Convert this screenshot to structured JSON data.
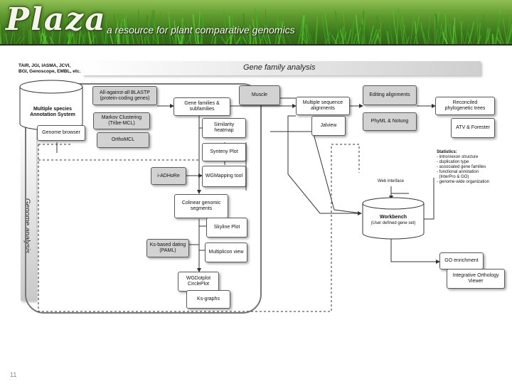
{
  "header": {
    "logo_text": "Plaza",
    "tagline": "a resource for plant comparative genomics"
  },
  "sections": {
    "gene_family": "Gene family analysis",
    "genome": "Genome analysis"
  },
  "sources": [
    "TAIR, JGI, IASMA, JCVI,",
    "BGI, Genoscope, EMBL, etc."
  ],
  "nodes": {
    "annotation": [
      "Multiple species",
      "Annotation System"
    ],
    "genome_browser": "Genome browser",
    "blastp": [
      "All-against-all BLASTP",
      "(protein-coding genes)"
    ],
    "markov": [
      "Markov Clustering",
      "(Tribe-MCL)"
    ],
    "orthomcl": "OrthoMCL",
    "gene_families": [
      "Gene families &",
      "subfamilies"
    ],
    "similarity": [
      "Similarity",
      "heatmap"
    ],
    "synteny": "Synteny Plot",
    "wgmapping": "WGMapping tool",
    "iadhore": "i-ADHoRe",
    "colinear": [
      "Colinear genomic",
      "segments"
    ],
    "skyline": "Skyline Plot",
    "ks_dating": [
      "Ks-based dating",
      "(PAML)"
    ],
    "multiplicon": "Multiplicon view",
    "wgdotplot": [
      "WGDotplot",
      "CirclePlot"
    ],
    "ks_graphs": "Ks-graphs",
    "muscle": "Muscle",
    "msa": [
      "Multiple sequence",
      "alignments"
    ],
    "jalview": "Jalview",
    "editing": "Editing alignments",
    "phyml": "PhyML & Notung",
    "reconciled": [
      "Reconciled",
      "phylogenetic trees"
    ],
    "atv": "ATV & Forester",
    "workbench": [
      "Workbench",
      "(User defined gene set)"
    ],
    "go": "GO enrichment",
    "integrative": [
      "Integrative Orthology",
      "Viewer"
    ]
  },
  "web_interface": "Web interface",
  "statistics": {
    "title": "Statistics:",
    "items": [
      "- intron/exon structure",
      "- duplication type",
      "- associated gene families",
      "- functional annotation",
      "  (InterPro & GO)",
      "- genome-wide organization"
    ]
  },
  "slide_number": "11"
}
